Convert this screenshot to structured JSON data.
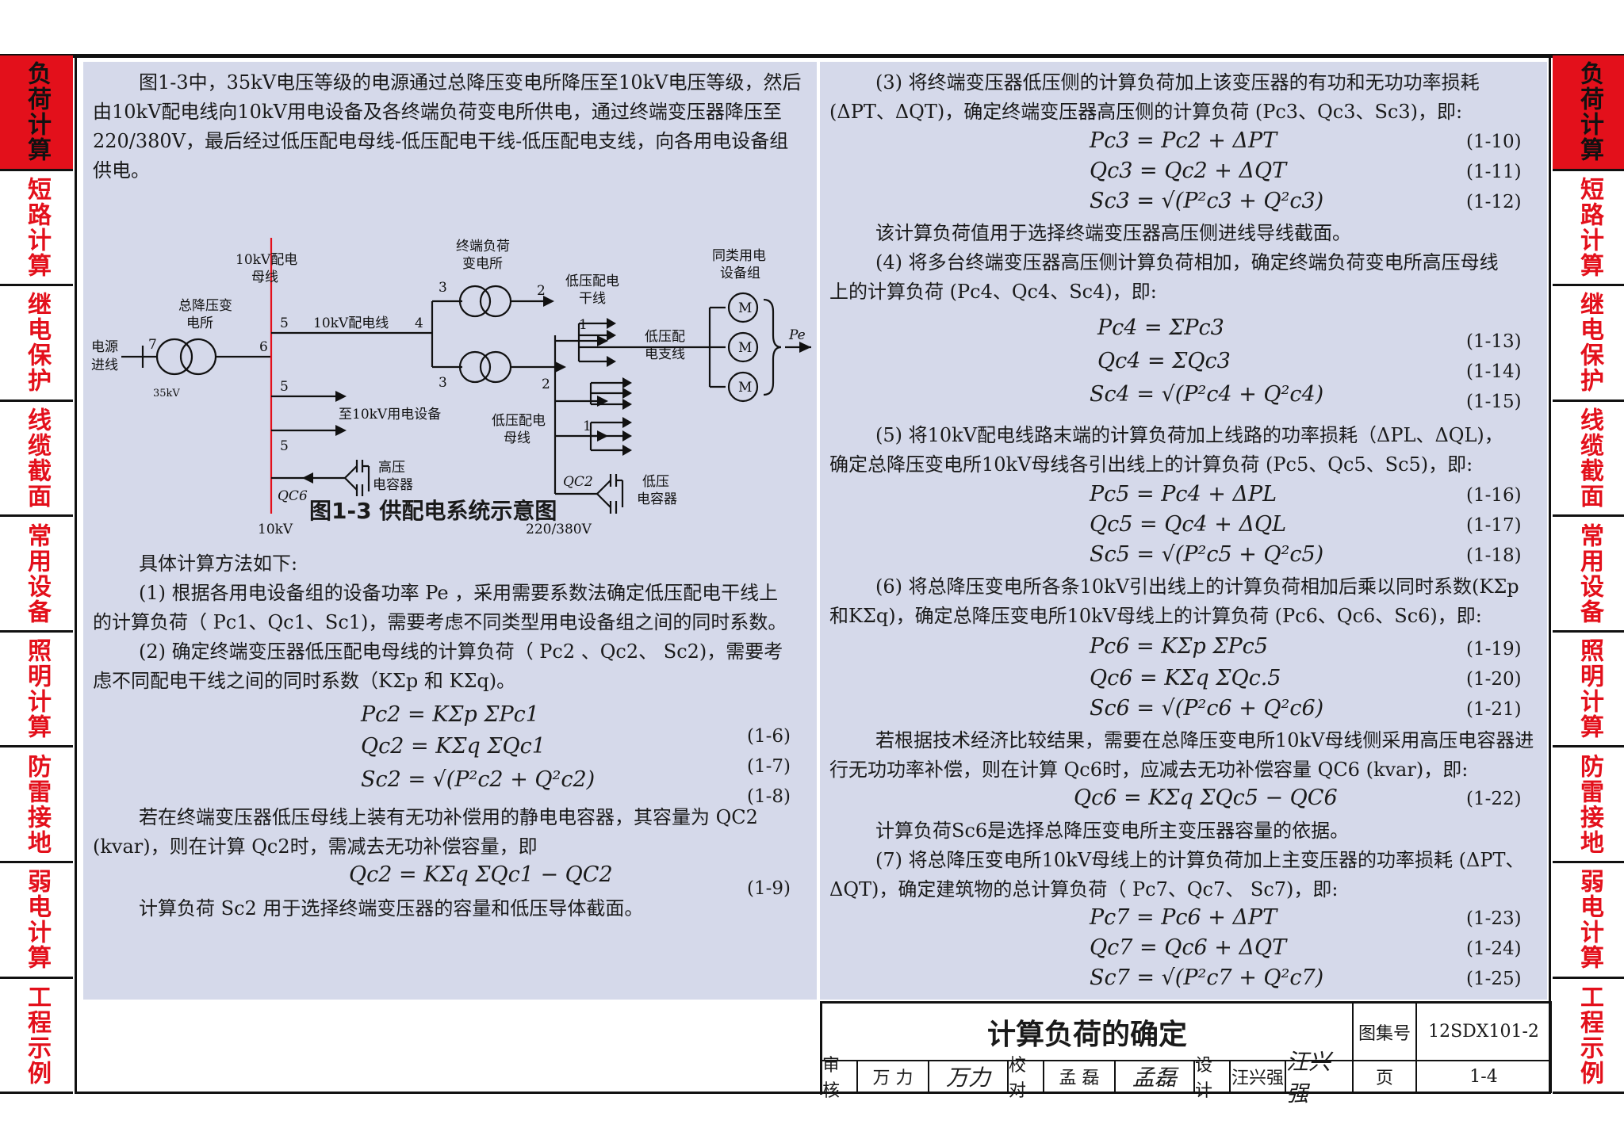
{
  "side_tabs": [
    {
      "label": "负荷计算",
      "active": true
    },
    {
      "label": "短路计算",
      "active": false
    },
    {
      "label": "继电保护",
      "active": false
    },
    {
      "label": "线缆截面",
      "active": false
    },
    {
      "label": "常用设备",
      "active": false
    },
    {
      "label": "照明计算",
      "active": false
    },
    {
      "label": "防雷接地",
      "active": false
    },
    {
      "label": "弱电计算",
      "active": false
    },
    {
      "label": "工程示例",
      "active": false
    }
  ],
  "colors": {
    "tab_red": "#e3101b",
    "panel_bg": "#d5d9ea",
    "line_red": "#e3101b"
  },
  "left": {
    "intro": [
      "图1-3中，35kV电压等级的电源通过总降压变电所降压至10kV电压等级，然后",
      "由10kV配电线向10kV用电设备及各终端负荷变电所供电，通过终端变压器降压至",
      "220/380V，最后经过低压配电母线-低压配电干线-低压配电支线，向各用电设备组",
      "供电。"
    ],
    "diagram": {
      "source_label": [
        "电源",
        "进线"
      ],
      "v35": "35kV",
      "main_sub": [
        "总降压变",
        "电所"
      ],
      "bus10": [
        "10kV配电",
        "母线"
      ],
      "line10": "10kV配电线",
      "to_equip": "至10kV用电设备",
      "cap_hv": [
        "高压",
        "电容器"
      ],
      "qc6": "QC6",
      "v10": "10kV",
      "term_sub": [
        "终端负荷",
        "变电所"
      ],
      "lv_trunk": [
        "低压配电",
        "干线"
      ],
      "lv_branch": [
        "低压配",
        "电支线"
      ],
      "lv_bus": [
        "低压配电",
        "母线"
      ],
      "qc2": "QC2",
      "cap_lv": [
        "低压",
        "电容器"
      ],
      "v220": "220/380V",
      "group": [
        "同类用电",
        "设备组"
      ],
      "motor": "M",
      "pe": "Pe",
      "points": [
        "7",
        "6",
        "5",
        "5",
        "5",
        "4",
        "3",
        "3",
        "2",
        "2",
        "1",
        "1"
      ]
    },
    "caption": "图1-3  供配电系统示意图",
    "method": "具体计算方法如下:",
    "s1": [
      "(1) 根据各用电设备组的设备功率 Pe ，采用需要系数法确定低压配电干线上",
      "的计算负荷（ Pc1、Qc1、Sc1)，需要考虑不同类型用电设备组之间的同时系数。"
    ],
    "s2": [
      "(2) 确定终端变压器低压配电母线的计算负荷（ Pc2 、Qc2、 Sc2)，需要考",
      "虑不同配电干线之间的同时系数（KΣp 和 KΣq)。"
    ],
    "eqs1": [
      {
        "eq": "Pc2 = KΣp ΣPc1",
        "no": "(1-6)"
      },
      {
        "eq": "Qc2 = KΣq ΣQc1",
        "no": "(1-7)"
      },
      {
        "eq": "Sc2 = √(P²c2 + Q²c2)",
        "no": "(1-8)"
      }
    ],
    "cap_text": [
      "若在终端变压器低压母线上装有无功补偿用的静电电容器，其容量为 QC2",
      "(kvar)，则在计算 Qc2时，需减去无功补偿容量，即"
    ],
    "eq9": {
      "eq": "Qc2 = KΣq ΣQc1 − QC2",
      "no": "(1-9)"
    },
    "sc2_text": "计算负荷  Sc2 用于选择终端变压器的容量和低压导体截面。"
  },
  "right": {
    "s3": [
      "(3) 将终端变压器低压侧的计算负荷加上该变压器的有功和无功功率损耗",
      "(ΔPT、ΔQT)，确定终端变压器高压侧的计算负荷 (Pc3、Qc3、Sc3)，即:"
    ],
    "eqs3": [
      {
        "eq": "Pc3 = Pc2 + ΔPT",
        "no": "(1-10)"
      },
      {
        "eq": "Qc3 = Qc2 + ΔQT",
        "no": "(1-11)"
      },
      {
        "eq": "Sc3 = √(P²c3 + Q²c3)",
        "no": "(1-12)"
      }
    ],
    "s3_note": "该计算负荷值用于选择终端变压器高压侧进线导线截面。",
    "s4": [
      "(4) 将多台终端变压器高压侧计算负荷相加，确定终端负荷变电所高压母线",
      "上的计算负荷 (Pc4、Qc4、Sc4)，即:"
    ],
    "eqs4": [
      {
        "eq": "Pc4 = ΣPc3",
        "no": "(1-13)"
      },
      {
        "eq": "Qc4 = ΣQc3",
        "no": "(1-14)"
      },
      {
        "eq": "Sc4 = √(P²c4 + Q²c4)",
        "no": "(1-15)"
      }
    ],
    "s5": [
      "(5) 将10kV配电线路末端的计算负荷加上线路的功率损耗（ΔPL、ΔQL)，",
      "确定总降压变电所10kV母线各引出线上的计算负荷 (Pc5、Qc5、Sc5)，即:"
    ],
    "eqs5": [
      {
        "eq": "Pc5 = Pc4 + ΔPL",
        "no": "(1-16)"
      },
      {
        "eq": "Qc5 = Qc4 + ΔQL",
        "no": "(1-17)"
      },
      {
        "eq": "Sc5 = √(P²c5 + Q²c5)",
        "no": "(1-18)"
      }
    ],
    "s6": [
      "(6) 将总降压变电所各条10kV引出线上的计算负荷相加后乘以同时系数(KΣp",
      "和KΣq)，确定总降压变电所10kV母线上的计算负荷 (Pc6、Qc6、Sc6)，即:"
    ],
    "eqs6": [
      {
        "eq": "Pc6 = KΣp ΣPc5",
        "no": "(1-19)"
      },
      {
        "eq": "Qc6 = KΣq ΣQc.5",
        "no": "(1-20)"
      },
      {
        "eq": "Sc6 = √(P²c6 + Q²c6)",
        "no": "(1-21)"
      }
    ],
    "s6_cap": [
      "若根据技术经济比较结果，需要在总降压变电所10kV母线侧采用高压电容器进",
      "行无功功率补偿，则在计算 Qc6时，应减去无功补偿容量 QC6 (kvar)，即:"
    ],
    "eq22": {
      "eq": "Qc6 = KΣq ΣQc5 − QC6",
      "no": "(1-22)"
    },
    "sc6_note": "计算负荷Sc6是选择总降压变电所主变压器容量的依据。",
    "s7": [
      "(7) 将总降压变电所10kV母线上的计算负荷加上主变压器的功率损耗 (ΔPT、",
      "ΔQT)，确定建筑物的总计算负荷（ Pc7、Qc7、 Sc7)，即:"
    ],
    "eqs7": [
      {
        "eq": "Pc7 = Pc6 + ΔPT",
        "no": "(1-23)"
      },
      {
        "eq": "Qc7 = Qc6 + ΔQT",
        "no": "(1-24)"
      },
      {
        "eq": "Sc7 = √(P²c7 + Q²c7)",
        "no": "(1-25)"
      }
    ]
  },
  "title_block": {
    "title": "计算负荷的确定",
    "atlas_label": "图集号",
    "atlas_no": "12SDX101-2",
    "review_label": "审核",
    "reviewer": "万 力",
    "reviewer_sig": "万力",
    "check_label": "校对",
    "checker": "孟 磊",
    "checker_sig": "孟磊",
    "design_label": "设计",
    "designer": "汪兴强",
    "designer_sig": "汪兴强",
    "page_label": "页",
    "page_no": "1-4"
  }
}
